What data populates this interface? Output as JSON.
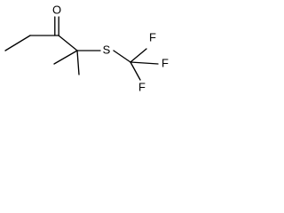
{
  "molecule": {
    "atoms": {
      "oxygen": "O",
      "sulfur": "S",
      "fluorine_top": "F",
      "fluorine_right": "F",
      "fluorine_bottom": "F"
    },
    "colors": {
      "ink": "#000000",
      "background": "#ffffff"
    }
  }
}
